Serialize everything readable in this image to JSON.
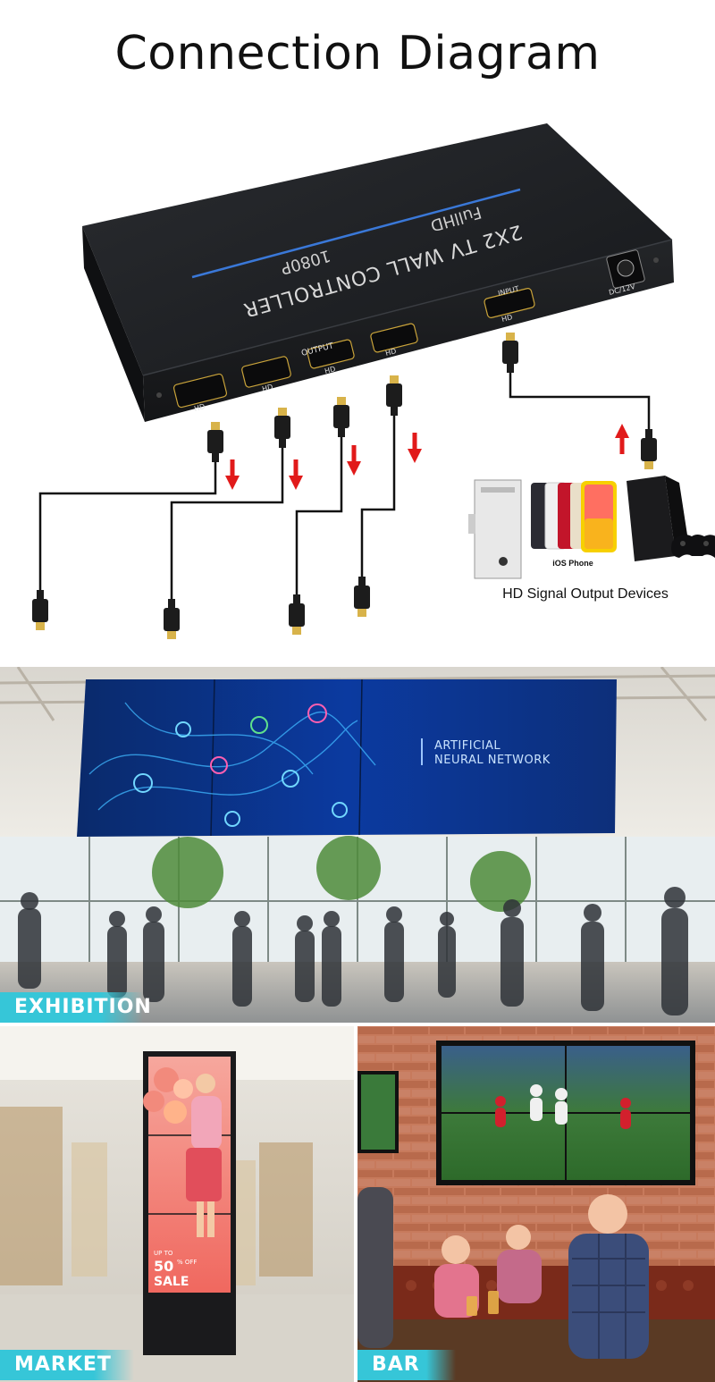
{
  "title": "Connection Diagram",
  "device": {
    "name_line1": "2X2 TV WALL CONTROLLER",
    "name_line2": "FullHD",
    "name_line3": "1080P",
    "output_label": "OUTPUT",
    "input_label": "INPUT",
    "port_label": "HD",
    "power_label": "DC/12V"
  },
  "sources": {
    "phone_label": "iOS Phone",
    "caption": "HD Signal Output Devices"
  },
  "scenes": {
    "exhibition": {
      "label": "EXHIBITION",
      "screen_line1": "ARTIFICIAL",
      "screen_line2": "NEURAL NETWORK"
    },
    "market": {
      "label": "MARKET",
      "promo_small": "UP TO",
      "promo_big": "50",
      "promo_pct": "%\nOFF",
      "promo_sale": "SALE"
    },
    "bar": {
      "label": "BAR"
    }
  },
  "colors": {
    "arrow": "#e11a1a",
    "tag_bg": "#36c6d8",
    "device": "#1d1f22",
    "device_stripe": "#3a78d8"
  }
}
